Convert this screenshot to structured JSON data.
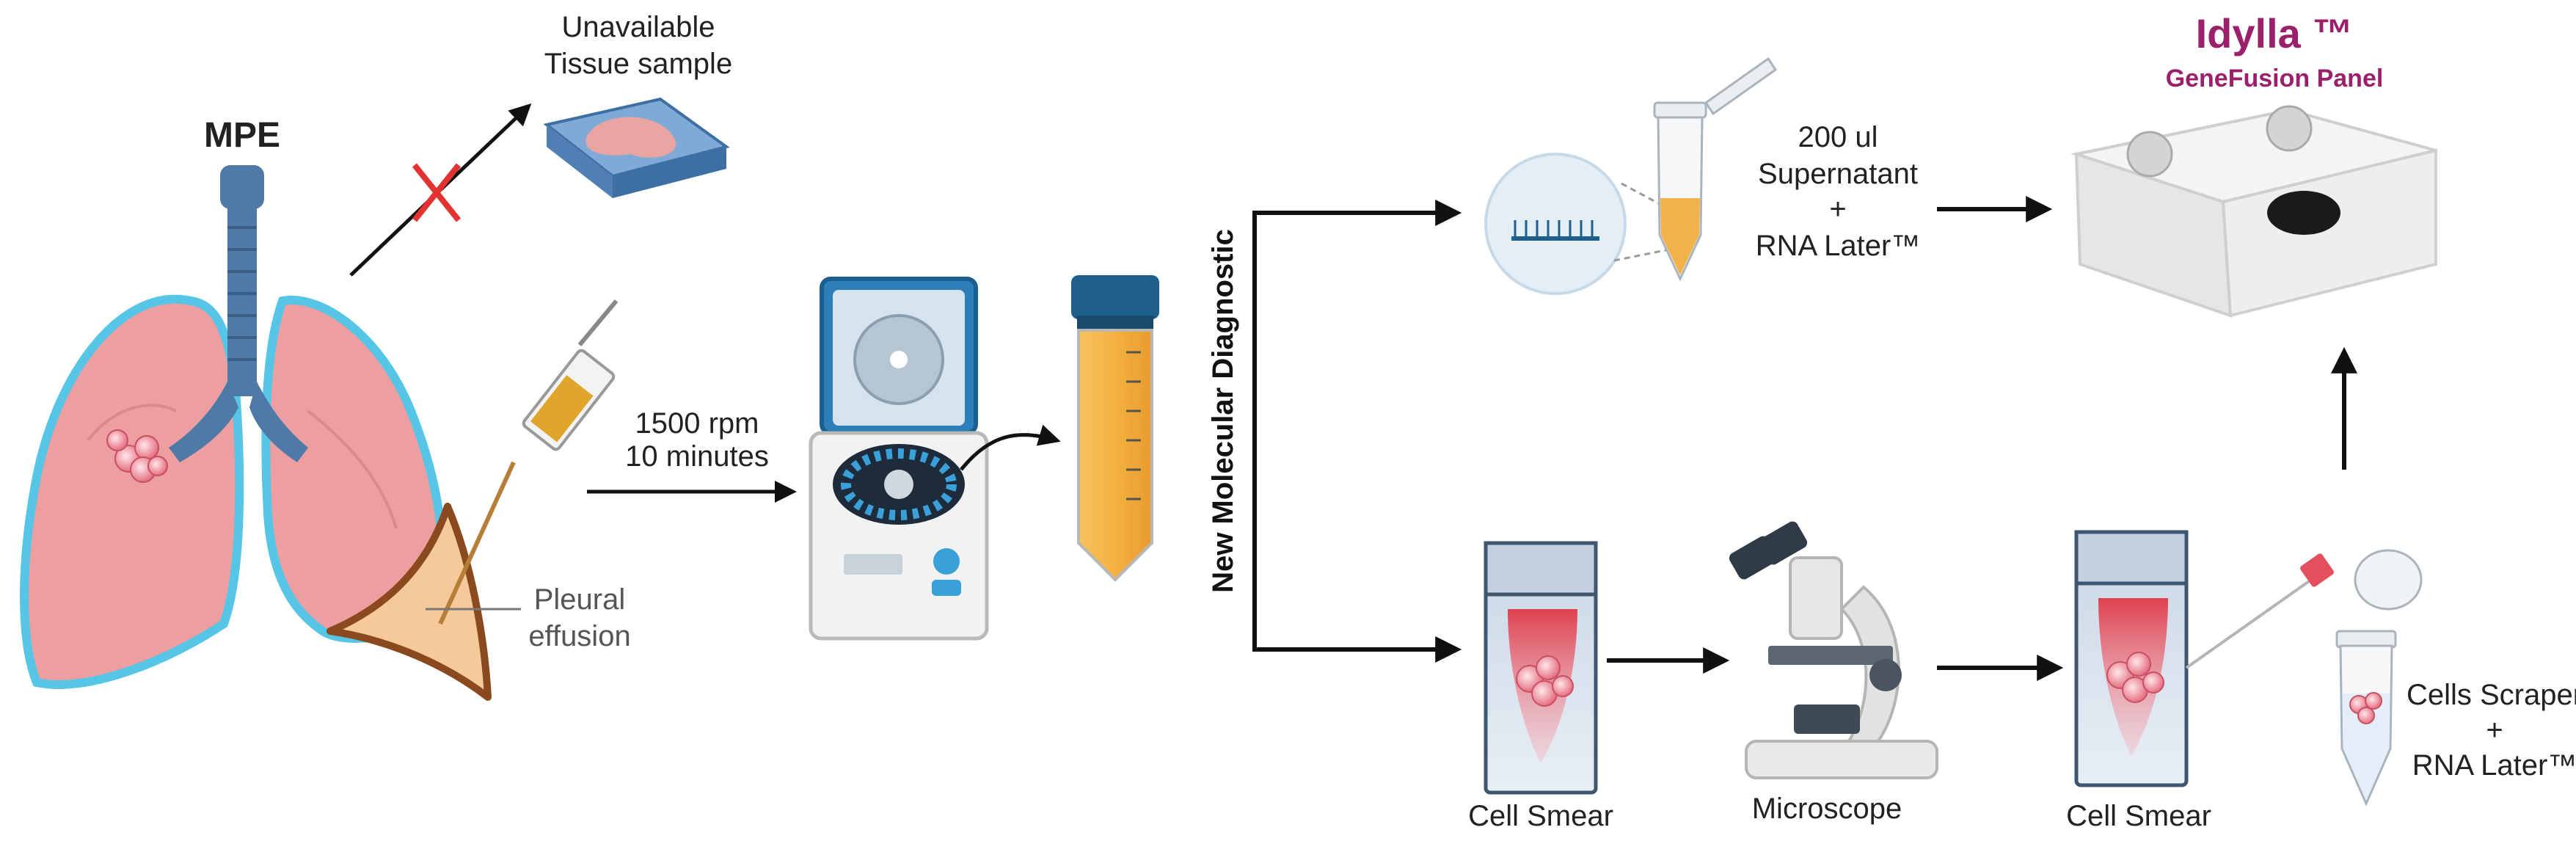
{
  "labels": {
    "mpe": "MPE",
    "tissue_line1": "Unavailable",
    "tissue_line2": "Tissue sample",
    "pleural_line1": "Pleural",
    "pleural_line2": "effusion",
    "spin_line1": "1500 rpm",
    "spin_line2": "10 minutes",
    "vertical": "New Molecular Diagnostic",
    "supernatant_line1": "200 ul",
    "supernatant_line2": "Supernatant",
    "supernatant_line3": "+",
    "supernatant_line4": "RNA Later™",
    "idylla_title": "Idylla ™",
    "idylla_sub": "GeneFusion Panel",
    "cell_smear_1": "Cell Smear",
    "microscope": "Microscope",
    "cell_smear_2": "Cell Smear",
    "scraper_line1": "Cells Scraper",
    "scraper_line2": "+",
    "scraper_line3": "RNA Later™"
  },
  "colors": {
    "accent": "#9b1f6a",
    "lung": "#ec9ea0",
    "lung_outline": "#57c6e6",
    "trachea": "#4f79a6",
    "effusion": "#f6c99a",
    "effusion_outline": "#8a4a1d",
    "tube_liquid": "#f2b24a",
    "cap_blue": "#1f5f8b"
  }
}
